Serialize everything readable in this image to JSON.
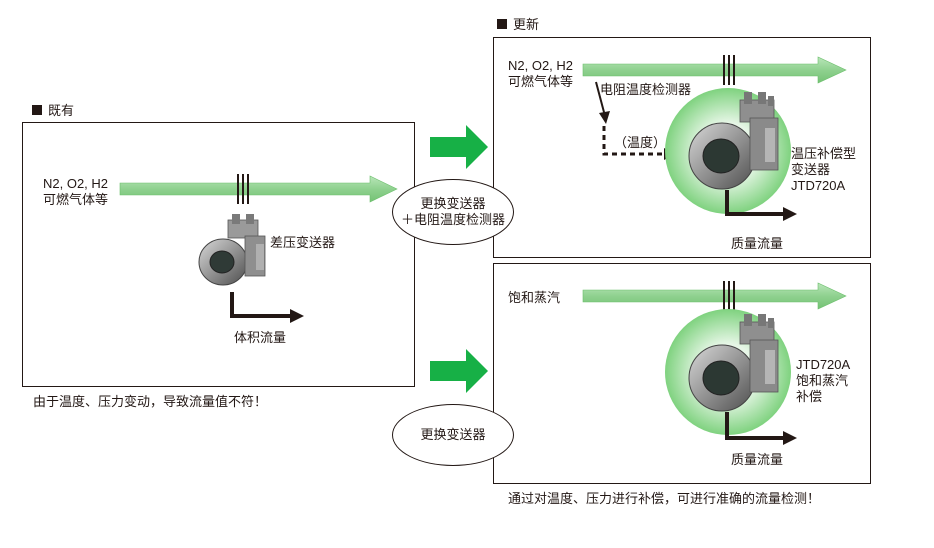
{
  "left_panel": {
    "label": "既有",
    "gas_line1": "N2, O2, H2",
    "gas_line2": "可燃气体等",
    "device_label": "差压变送器",
    "output_label": "体积流量",
    "caption": "由于温度、压力变动，导致流量值不符！"
  },
  "right_panel": {
    "label": "更新",
    "top": {
      "gas_line1": "N2, O2, H2",
      "gas_line2": "可燃气体等",
      "rtd_label": "电阻温度检测器",
      "temp_label": "（温度）",
      "device_line1": "温压补偿型",
      "device_line2": "变送器",
      "device_line3": "JTD720A",
      "output_label": "质量流量"
    },
    "bottom": {
      "gas_label": "饱和蒸汽",
      "device_line1": "JTD720A",
      "device_line2": "饱和蒸汽",
      "device_line3": "补偿",
      "output_label": "质量流量"
    },
    "caption": "通过对温度、压力进行补偿，可进行准确的流量检测！"
  },
  "upgrade_options": {
    "option1_line1": "更换变送器",
    "option1_line2": "＋电阻温度检测器",
    "option2": "更换变送器"
  },
  "colors": {
    "pipe_green": "#8fd18f",
    "arrow_green": "#17b046",
    "glow_green": "#7fd27f",
    "line": "#231815"
  }
}
